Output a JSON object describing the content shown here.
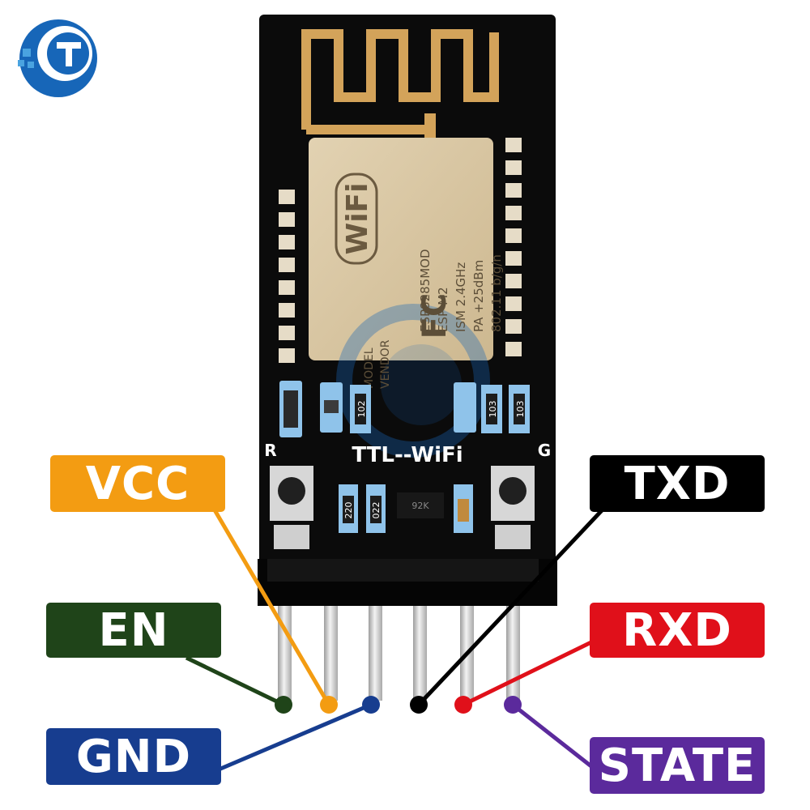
{
  "board": {
    "silkscreen_title": "TTL--WiFi",
    "reset_letter": "R",
    "gpio_letter": "G",
    "chip_code": "92K",
    "resistor_codes": [
      "102",
      "103",
      "103",
      "220",
      "022"
    ]
  },
  "module": {
    "model": "MODEL",
    "vendor": "VENDOR",
    "part_number": "ESP8285MOD",
    "variant": "ESP-M2",
    "ism": "ISM  2.4GHz",
    "pa": "PA  +25dBm",
    "protocol": "802.11 b/g/n",
    "wifi_logo": "WiFi",
    "fcc_logo": "FC"
  },
  "pins": [
    {
      "id": "vcc",
      "label": "VCC",
      "color": "#f39c12"
    },
    {
      "id": "en",
      "label": "EN",
      "color": "#1f4419"
    },
    {
      "id": "gnd",
      "label": "GND",
      "color": "#173d8f"
    },
    {
      "id": "txd",
      "label": "TXD",
      "color": "#000000"
    },
    {
      "id": "rxd",
      "label": "RXD",
      "color": "#e0101a"
    },
    {
      "id": "state",
      "label": "STATE",
      "color": "#5b2a9c"
    }
  ],
  "colors": {
    "pcb": "#0b0b0b",
    "antenna": "#d3a35a",
    "shield": "#d9c6a2",
    "pin_metal": "#d4d4d4",
    "brand": "#1766b8"
  },
  "icons": [
    "brand-logo-icon"
  ]
}
